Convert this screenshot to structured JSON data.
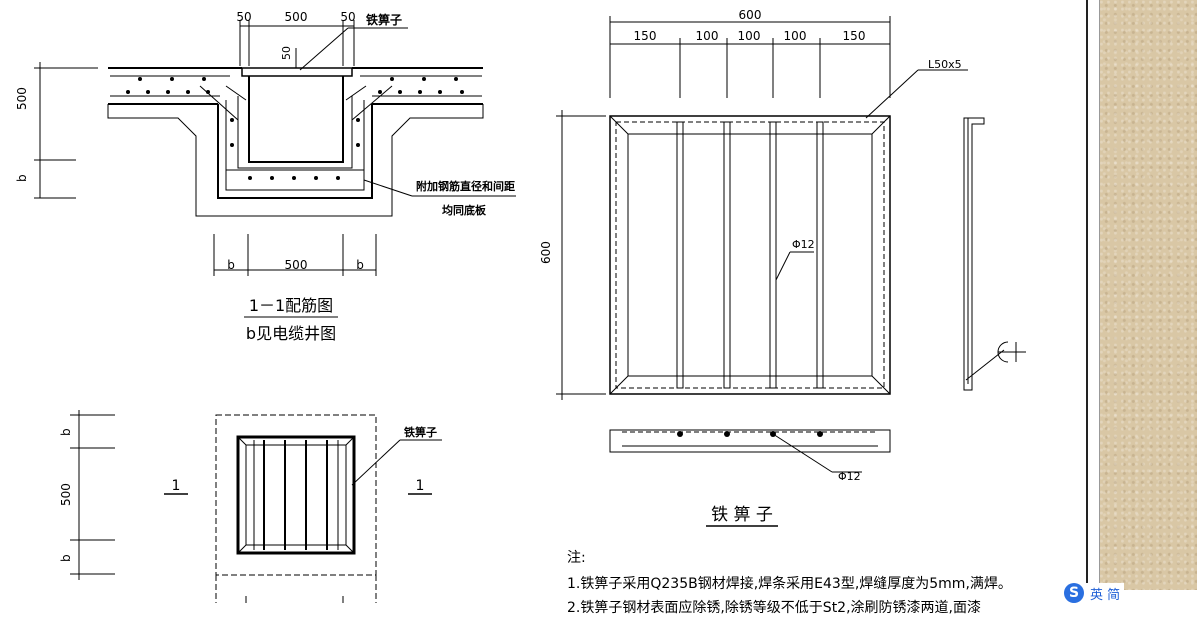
{
  "section": {
    "dims_top": [
      "50",
      "500",
      "50"
    ],
    "dim_cover": "50",
    "label_grate": "铁箅子",
    "dim_height": "500",
    "dim_b": "b",
    "label_rebar_1": "附加钢筋直径和间距",
    "label_rebar_2": "均同底板",
    "dims_bottom": [
      "b",
      "500",
      "b"
    ],
    "title": "1－1配筋图",
    "subtitle": "b见电缆井图"
  },
  "plan": {
    "dims_left": [
      "b",
      "500",
      "b"
    ],
    "label_grate": "铁箅子",
    "section_mark": "1"
  },
  "grate": {
    "dim_total": "600",
    "dims_top": [
      "150",
      "100",
      "100",
      "100",
      "150"
    ],
    "label_angle": "L50x5",
    "dim_left": "600",
    "label_bar": "Φ12",
    "title": "铁 箅 子"
  },
  "notes": {
    "heading": "注:",
    "line1": "1.铁箅子采用Q235B钢材焊接,焊条采用E43型,焊缝厚度为5mm,满焊。",
    "line2": "2.铁箅子钢材表面应除锈,除锈等级不低于St2,涂刷防锈漆两道,面漆"
  },
  "ime": {
    "label": "英 简"
  }
}
